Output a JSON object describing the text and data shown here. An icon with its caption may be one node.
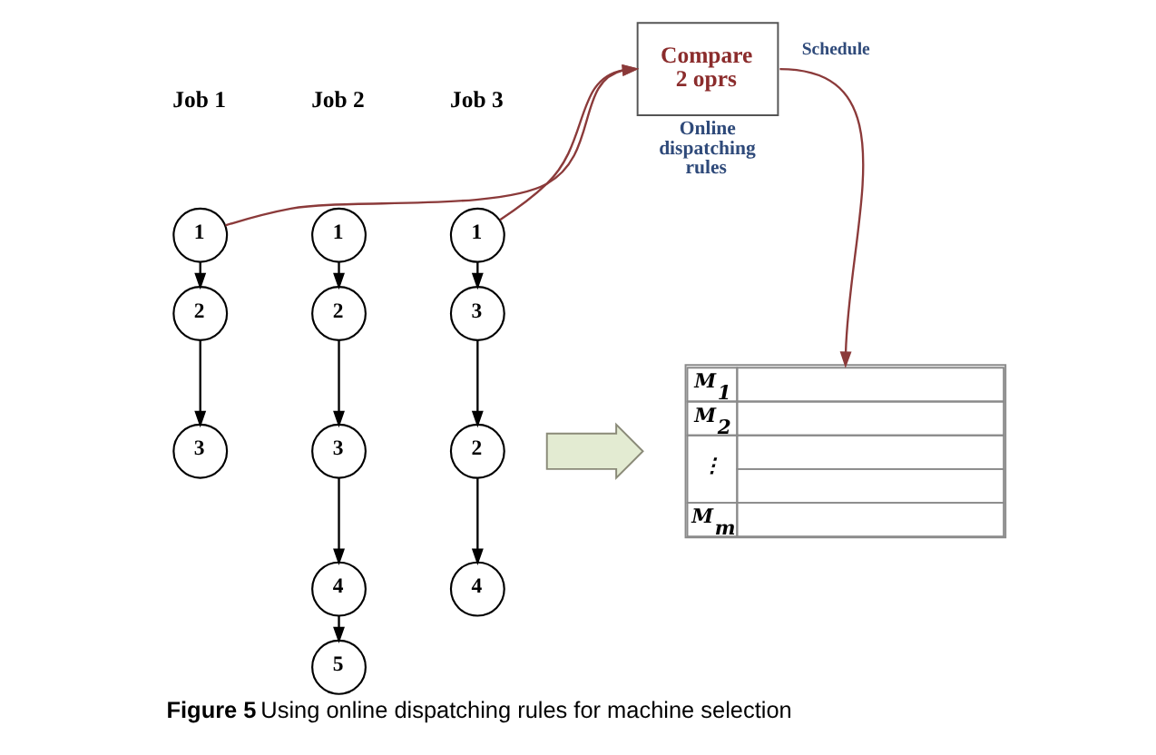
{
  "diagram": {
    "caption": "**Figure 5** Using online dispatching rules for machine selection",
    "nodes": [
      {
        "text": [
          "Compare 2 oprs"
        ],
        "beside": [
          "Online dispatching rules"
        ]
      },
      {
        "text": [
          "1"
        ]
      },
      {
        "text": [
          "2"
        ]
      },
      {
        "text": [
          "3"
        ]
      },
      {
        "text": [
          "1"
        ]
      },
      {
        "text": [
          "2"
        ]
      },
      {
        "text": [
          "3"
        ]
      },
      {
        "text": [
          "4"
        ]
      },
      {
        "text": [
          "5"
        ]
      },
      {
        "text": [
          "1"
        ]
      },
      {
        "text": [
          "3"
        ]
      },
      {
        "text": [
          "2"
        ]
      },
      {
        "text": [
          "4"
        ]
      },
      {
        "text": [],
        "shape": "arrow"
      },
      {
        "text": [
          "M$_{1}$",
          "M$_{2}$",
          "⋮",
          "M$_{m}$"
        ]
      }
    ],
    "edges": [
      {
        "from": 1,
        "to": 0,
        "arrow": "to",
        "color": "#8b3a3a"
      },
      {
        "from": 9,
        "to": 0,
        "arrow": "to",
        "color": "#8b3a3a"
      },
      {
        "from": 0,
        "to": 14,
        "label": "Schedule",
        "arrow": "to",
        "color": "#8b3a3a"
      },
      {
        "from": 1,
        "to": 2,
        "arrow": "to"
      },
      {
        "from": 2,
        "to": 3,
        "arrow": "to"
      },
      {
        "from": 4,
        "to": 5,
        "arrow": "to"
      },
      {
        "from": 5,
        "to": 6,
        "arrow": "to"
      },
      {
        "from": 6,
        "to": 7,
        "arrow": "to"
      },
      {
        "from": 7,
        "to": 8,
        "arrow": "to"
      },
      {
        "from": 9,
        "to": 10,
        "arrow": "to"
      },
      {
        "from": 10,
        "to": 11,
        "arrow": "to"
      },
      {
        "from": 11,
        "to": 12,
        "arrow": "to"
      }
    ],
    "labels": [
      "Job 1",
      "Job 2",
      "Job 3"
    ]
  }
}
